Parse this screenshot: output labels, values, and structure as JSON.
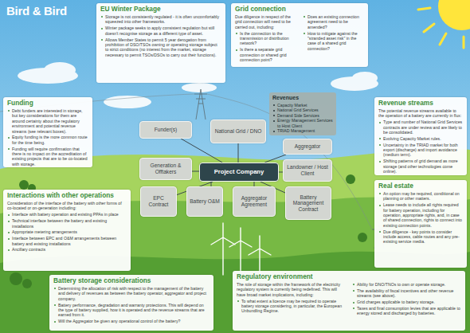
{
  "diagram": {
    "nodes": [
      {
        "text": [
          "EU Winter Package",
          "Storage is not consistently regulated - it is often uncomfortably squeezed into other frameworks.",
          "Winter package seeks to apply consistent regulation but still doesn't recognise storage as a different type of asset.",
          "Allows Member States to permit 5 year derogation from prohibition of DSO/TSOs owning or operating storage subject to strict conditions (no interest from the market, storage necessary to permit TSOs/DSOs to carry out their functions)."
        ]
      },
      {
        "text": [
          "Grid connection",
          "Due diligence in respect of the grid connection will need to be carried out, including:",
          "Is the connection to the transmission or distribution network?",
          "Is there a separate grid connection or shared grid connection point?",
          "Does an existing connection agreement need to be amended?",
          "How to mitigate against the \"stranded asset risk\" in the case of a shared grid connection?"
        ]
      },
      {
        "text": [
          "Funding",
          "Debt funders are interested in storage, but key considerations for them are around certainty about the regulatory environment and potential revenue streams (see relevant boxes).",
          "Equity funding is the more common route for the time being.",
          "Funding will require confirmation that there is no impact on the accreditation of existing projects that are to be co-located with storage."
        ]
      },
      {
        "text": [
          "Funder(s)"
        ]
      },
      {
        "text": [
          "National Grid / DNO"
        ]
      },
      {
        "text": [
          "Revenues",
          "Capacity Market",
          "National Grid Services",
          "Demand Side Services",
          "Energy Management Services to Host Client",
          "TRIAD Management"
        ]
      },
      {
        "text": [
          "Revenue streams",
          "The potential revenue streams available to the operation of a battery are currently in flux:",
          "Type and number of National Grid Services contracts are under review and are likely to be consolidated.",
          "Evolving Capacity Market rules.",
          "Uncertainty in the TRIAD market for both export (discharge) and import avoidance (medium term).",
          "Shifting patterns of grid demand as more storage (and other technologies come online)."
        ]
      },
      {
        "text": [
          "Aggregator"
        ]
      },
      {
        "text": [
          "Generation & Offtakers"
        ]
      },
      {
        "text": [
          "Project Company"
        ]
      },
      {
        "text": [
          "Landowner / Host Client"
        ]
      },
      {
        "text": [
          "Interactions with other operations",
          "Consideration of the interface of the battery with other forms of co-located or on-generation including:",
          "Interface with battery operation and existing PPAs in place",
          "Technical interface between the battery and existing installations",
          "Appropriate metering arrangements",
          "Interface between EPC and O&M arrangements between battery and existing installations",
          "Ancillary contracts"
        ]
      },
      {
        "text": [
          "EPC Contract"
        ]
      },
      {
        "text": [
          "Battery O&M"
        ]
      },
      {
        "text": [
          "Aggregator Agreement"
        ]
      },
      {
        "text": [
          "Battery Management Contract"
        ]
      },
      {
        "text": [
          "Real estate",
          "An option may be required, conditional on planning or other matters.",
          "Lease needs to include all rights required for battery operation, including for operation, appropriate rights, and, in case of shared connection, rights to connect into existing connection points.",
          "Due diligence - key points to consider include access, cable routes and any pre-existing service media."
        ]
      },
      {
        "text": [
          "Battery storage considerations",
          "Determining the allocation of risk with respect to the management of the battery and delivery of revenues as between the battery operator, aggregator and project company.",
          "Battery performance, degradation and warranty protections. This will depend on the type of battery supplied, how it is operated and the revenue streams that are earned from it.",
          "Will the Aggregator be given any operational control of the battery?"
        ]
      },
      {
        "text": [
          "Regulatory environment",
          "The role of storage within the framework of the electricity regulatory system is currently being redefined. This will have broad market implications, including:",
          "To what extent a licence may be required to operate battery storage considering, in particular, the European Unbundling Regime.",
          "Ability for DNO/TNOs to own or operate storage.",
          "The availability of fiscal incentives and other revenue streams (see above).",
          "Grid charges applicable to battery storage.",
          "Taxes and final consumption levies that are applicable to energy stored and discharged by batteries."
        ]
      }
    ],
    "edges": [
      {
        "from": 9,
        "to": 3,
        "arrow": "none"
      },
      {
        "from": 9,
        "to": 4,
        "arrow": "none"
      },
      {
        "from": 9,
        "to": 7,
        "arrow": "none"
      },
      {
        "from": 9,
        "to": 8,
        "arrow": "none"
      },
      {
        "from": 9,
        "to": 10,
        "arrow": "none"
      },
      {
        "from": 9,
        "to": 12,
        "arrow": "none"
      },
      {
        "from": 9,
        "to": 13,
        "arrow": "none"
      },
      {
        "from": 9,
        "to": 14,
        "arrow": "none"
      },
      {
        "from": 9,
        "to": 15,
        "arrow": "none"
      }
    ],
    "labels": [
      "Bird & Bird"
    ]
  }
}
